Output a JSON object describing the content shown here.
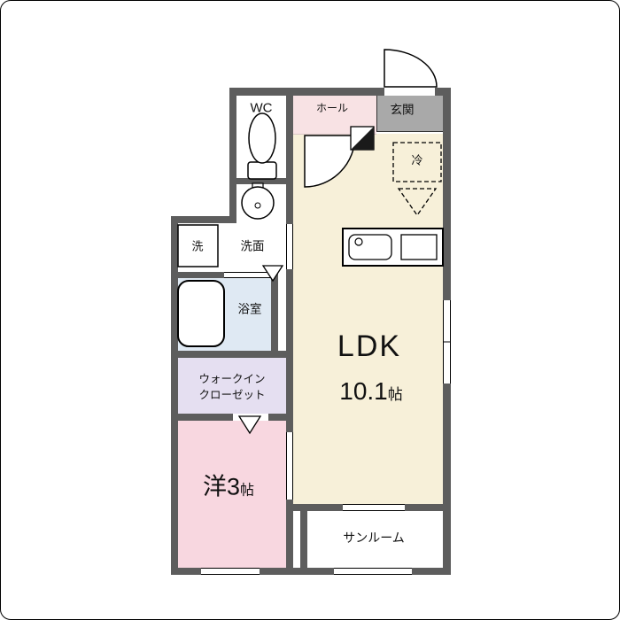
{
  "colors": {
    "wall": "#5d5d5d",
    "genkan_floor": "#a9a9a9",
    "hall_floor": "#f8e2e4",
    "ldk_floor": "#f7f0d9",
    "bath_floor": "#dfe9f3",
    "closet_floor": "#e5dff1",
    "western_floor": "#f8d7e0",
    "line": "#000000"
  },
  "rooms": {
    "wc": {
      "label": "WC"
    },
    "hall": {
      "label": "ホール"
    },
    "genkan": {
      "label": "玄関"
    },
    "fridge": {
      "label": "冷"
    },
    "washer": {
      "label": "洗"
    },
    "washroom": {
      "label": "洗面"
    },
    "bath": {
      "label": "浴室"
    },
    "closet": {
      "label_line1": "ウォークイン",
      "label_line2": "クローゼット"
    },
    "western": {
      "label": "洋3",
      "unit": "帖"
    },
    "ldk": {
      "label": "LDK",
      "size": "10.1",
      "unit": "帖"
    },
    "sunroom": {
      "label": "サンルーム"
    }
  }
}
